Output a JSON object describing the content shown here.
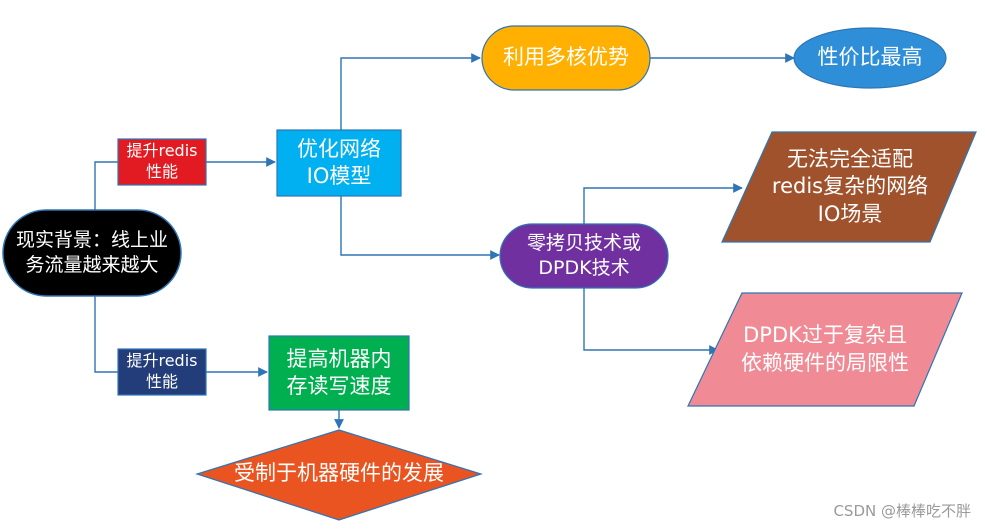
{
  "nodes": {
    "background": "现实背景：线上业务流量越来越大",
    "boost_top": "提升redis性能",
    "boost_bottom": "提升redis性能",
    "optimize_io": "优化网络IO模型",
    "multicore": "利用多核优势",
    "cost_effective": "性价比最高",
    "zero_copy": "零拷贝技术或DPDK技术",
    "not_fit": "无法完全适配redis复杂的网络IO场景",
    "dpdk_limit": "DPDK过于复杂且依赖硬件的局限性",
    "memory_speed": "提高机器内存读写速度",
    "hardware_limit": "受制于机器硬件的发展"
  },
  "display": {
    "background": "现实背景：线上业\n务流量越来越大",
    "boost_top": "提升redis\n性能",
    "boost_bottom": "提升redis\n性能",
    "optimize_io": "优化网络\nIO模型",
    "multicore": "利用多核优势",
    "cost_effective": "性价比最高",
    "zero_copy": "零拷贝技术或\nDPDK技术",
    "not_fit": "无法完全适配\nredis复杂的网络\nIO场景",
    "dpdk_limit": "DPDK过于复杂且\n依赖硬件的局限性",
    "memory_speed": "提高机器内\n存读写速度",
    "hardware_limit": "受制于机器硬件的发展"
  },
  "watermark": "CSDN @棒棒吃不胖",
  "colors": {
    "line": "#2e75b6",
    "background_node": "#000000",
    "boost_top": "#e21b23",
    "boost_bottom": "#233d7b",
    "optimize_io": "#00b0f0",
    "multicore": "#ffb000",
    "cost_effective": "#2e8fd8",
    "zero_copy": "#7030a0",
    "not_fit": "#a0522d",
    "dpdk_limit": "#f08b96",
    "memory_speed": "#00b050",
    "hardware_limit": "#e95420"
  }
}
